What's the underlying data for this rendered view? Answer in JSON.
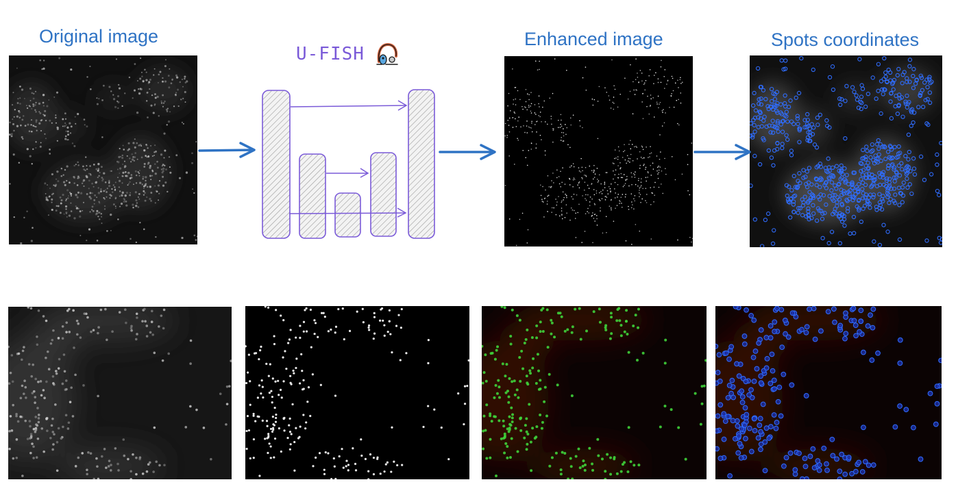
{
  "labels": {
    "original": "Original image",
    "enhanced": "Enhanced image",
    "spots": "Spots coordinates",
    "model": "U-FISH"
  },
  "icons": {
    "model_logo": "fish-hook-logo-icon",
    "flow_arrow": "right-arrow-icon"
  },
  "colors": {
    "label": "#2f73c4",
    "arrow": "#2f73c4",
    "unet": "#7a5ad8",
    "spot_marker": "#2f6dff",
    "green_spot": "#3fd23a",
    "red_tint": "#3a0a06"
  }
}
